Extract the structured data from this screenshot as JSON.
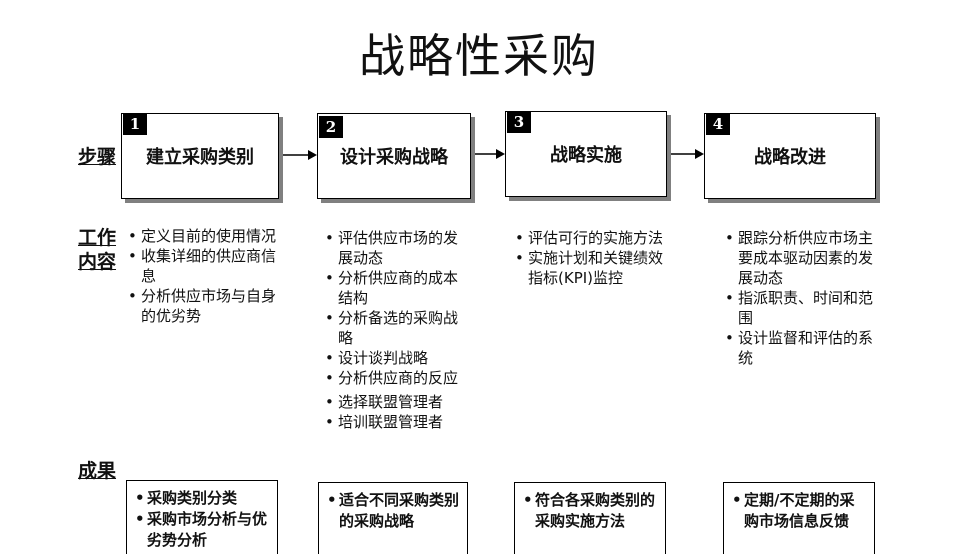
{
  "title": "战略性采购",
  "labels": {
    "steps": "步骤",
    "work_line1": "工作",
    "work_line2": "内容",
    "results": "成果"
  },
  "steps": [
    {
      "num": "1",
      "label": "建立采购类别"
    },
    {
      "num": "2",
      "label": "设计采购战略"
    },
    {
      "num": "3",
      "label": "战略实施"
    },
    {
      "num": "4",
      "label": "战略改进"
    }
  ],
  "work": [
    [
      "定义目前的使用情况",
      "收集详细的供应商信息",
      "分析供应市场与自身的优劣势"
    ],
    [
      "评估供应市场的发展动态",
      "分析供应商的成本结构",
      "分析备选的采购战略",
      "设计谈判战略",
      "分析供应商的反应",
      "选择联盟管理者",
      "培训联盟管理者"
    ],
    [
      "评估可行的实施方法",
      "实施计划和关键绩效指标(KPI)监控"
    ],
    [
      "跟踪分析供应市场主要成本驱动因素的发展动态",
      "指派职责、时间和范围",
      "设计监督和评估的系统"
    ]
  ],
  "results": [
    [
      "采购类别分类",
      "采购市场分析与优劣势分析"
    ],
    [
      "适合不同采购类别的采购战略"
    ],
    [
      "符合各采购类别的采购实施方法"
    ],
    [
      "定期/不定期的采购市场信息反馈"
    ]
  ]
}
